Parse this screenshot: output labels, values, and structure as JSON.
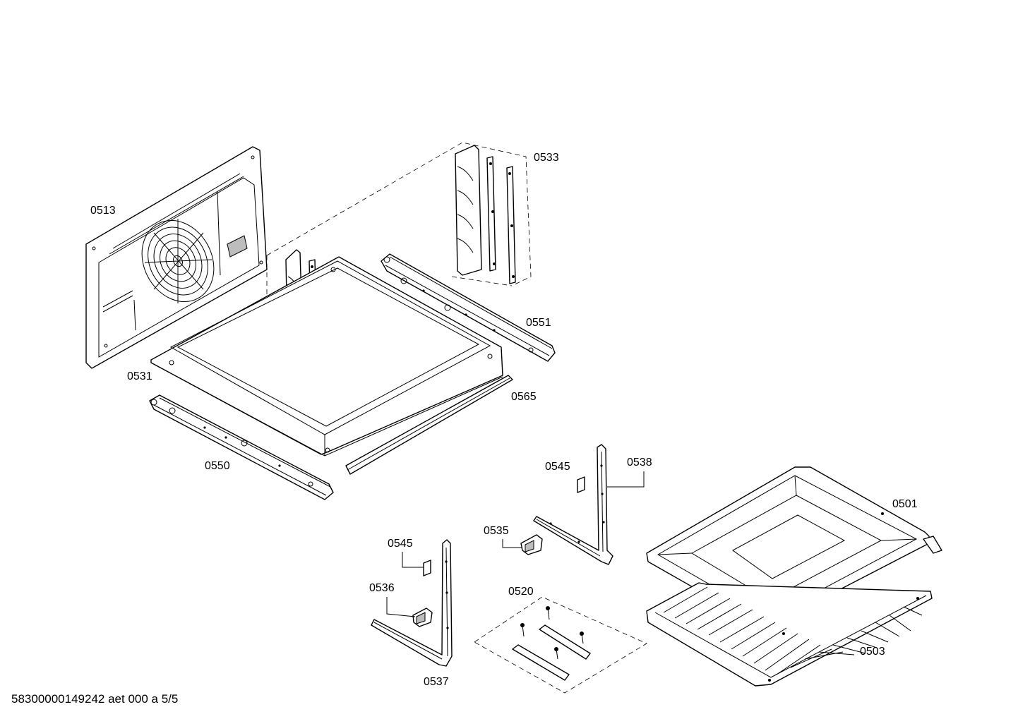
{
  "diagram": {
    "parts": [
      {
        "id": "p0513",
        "label": "0513"
      },
      {
        "id": "p0533",
        "label": "0533"
      },
      {
        "id": "p0551",
        "label": "0551"
      },
      {
        "id": "p0531",
        "label": "0531"
      },
      {
        "id": "p0565",
        "label": "0565"
      },
      {
        "id": "p0550",
        "label": "0550"
      },
      {
        "id": "p0545a",
        "label": "0545"
      },
      {
        "id": "p0538",
        "label": "0538"
      },
      {
        "id": "p0501",
        "label": "0501"
      },
      {
        "id": "p0535",
        "label": "0535"
      },
      {
        "id": "p0545b",
        "label": "0545"
      },
      {
        "id": "p0536",
        "label": "0536"
      },
      {
        "id": "p0520",
        "label": "0520"
      },
      {
        "id": "p0503",
        "label": "0503"
      },
      {
        "id": "p0537",
        "label": "0537"
      }
    ],
    "footer": "58300000149242 aet 000 a 5/5"
  }
}
